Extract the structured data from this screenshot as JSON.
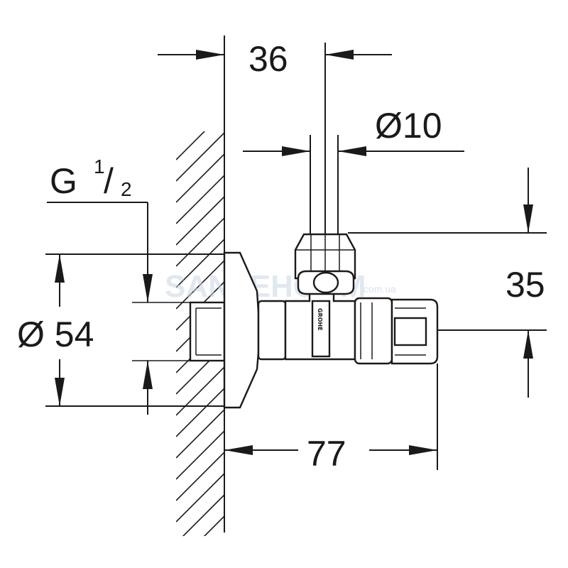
{
  "dimensions": {
    "offset_width": "36",
    "pipe_diameter": "Ø10",
    "thread_prefix": "G",
    "thread_num": "1",
    "thread_den": "2",
    "flange_diameter": "Ø 54",
    "outlet_height": "35",
    "total_length": "77"
  },
  "branding": {
    "body_marking": "GROHE",
    "watermark_main": "SANTEHCOM",
    "watermark_sub": ".com.ua"
  }
}
